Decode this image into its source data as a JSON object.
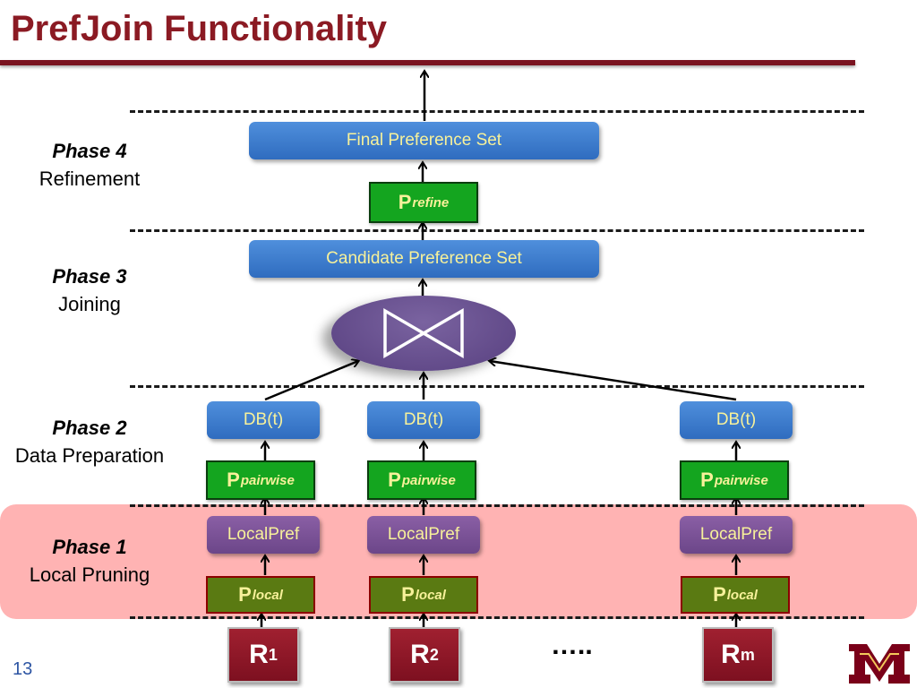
{
  "title": "PrefJoin Functionality",
  "page_number": "13",
  "phases": [
    {
      "phase": "Phase 4",
      "desc": "Refinement"
    },
    {
      "phase": "Phase 3",
      "desc": "Joining"
    },
    {
      "phase": "Phase 2",
      "desc": "Data Preparation"
    },
    {
      "phase": "Phase 1",
      "desc": "Local Pruning"
    }
  ],
  "final_set": "Final Preference Set",
  "candidate_set": "Candidate Preference Set",
  "refine": {
    "base": "P",
    "sub": "refine"
  },
  "db_label": "DB(t)",
  "pairwise": {
    "base": "P",
    "sub": "pairwise"
  },
  "localpref_label": "LocalPref",
  "local": {
    "base": "P",
    "sub": "local"
  },
  "relations": [
    {
      "base": "R",
      "sub": "1"
    },
    {
      "base": "R",
      "sub": "2"
    },
    {
      "base": "R",
      "sub": "m"
    }
  ],
  "ellipsis": "…..",
  "colors": {
    "title": "#8b1a23",
    "blue_box": "#3b7dd0",
    "purple_box": "#7b529a",
    "green_box": "#14a51f",
    "olive_box": "#5a7a12",
    "relation_box": "#8f1828",
    "phase1_band": "#ffb3b3",
    "box_text": "#f7f19a"
  },
  "icons": {
    "join": "bowtie-join-icon",
    "logo": "university-m-logo"
  }
}
